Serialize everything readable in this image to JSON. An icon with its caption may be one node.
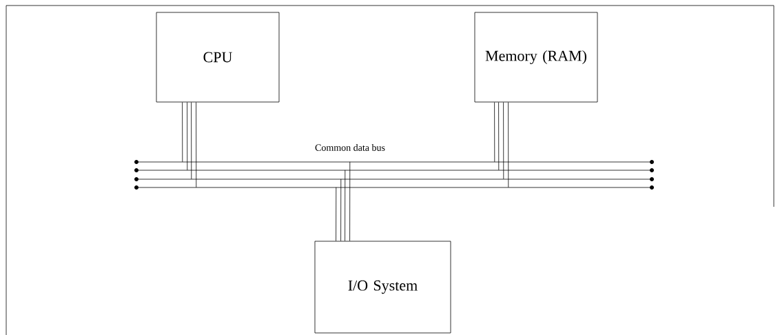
{
  "diagram": {
    "nodes": [
      {
        "text": [
          "CPU"
        ]
      },
      {
        "text": [
          "Memory (RAM)"
        ]
      },
      {
        "text": [
          "Common data bus"
        ]
      },
      {
        "text": [
          "I/O System"
        ]
      }
    ],
    "edges": [
      {
        "from": 0,
        "to": 2,
        "arrow": "none"
      },
      {
        "from": 1,
        "to": 2,
        "arrow": "none"
      },
      {
        "from": 3,
        "to": 2,
        "arrow": "none"
      }
    ]
  }
}
